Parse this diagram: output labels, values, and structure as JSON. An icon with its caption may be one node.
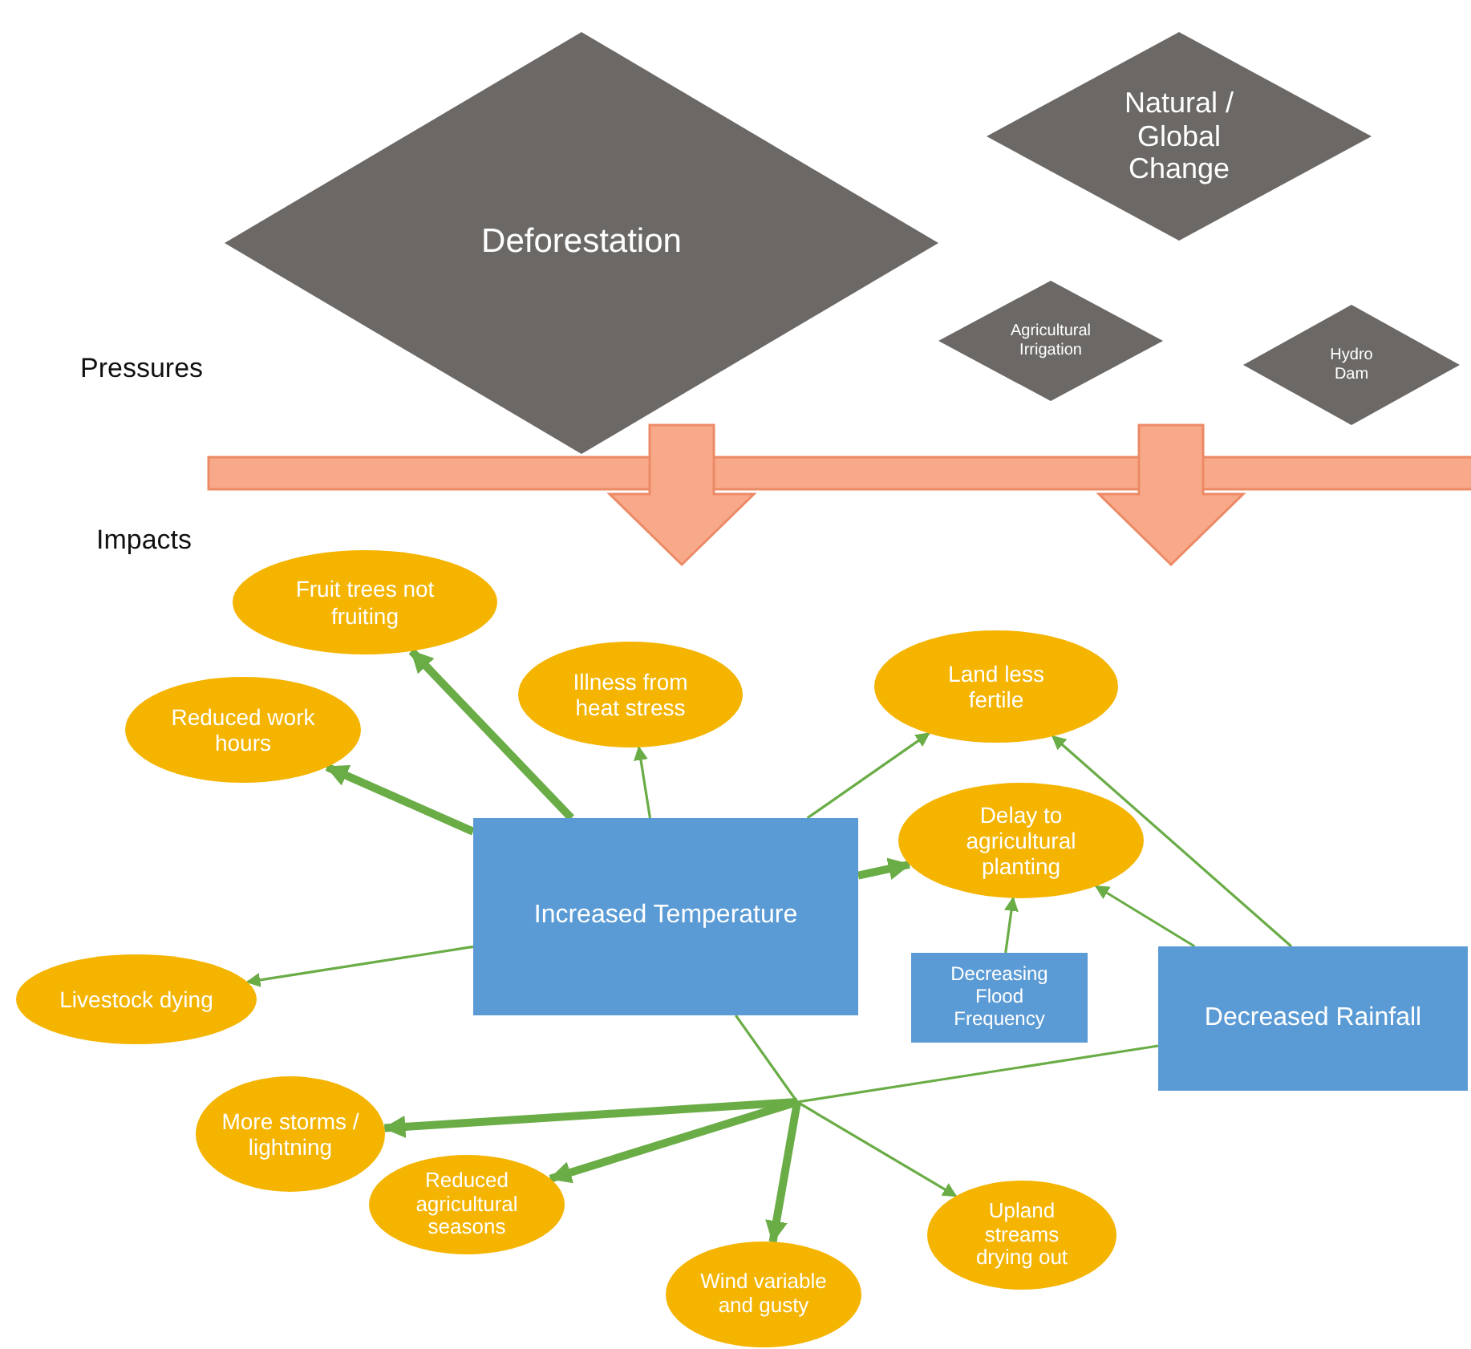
{
  "diagram": {
    "nodes": [
      {
        "text": [
          "Deforestation"
        ]
      },
      {
        "text": [
          "Natural / Global Change"
        ]
      },
      {
        "text": [
          "Agricultural Irrigation"
        ]
      },
      {
        "text": [
          "Hydro Dam"
        ]
      },
      {
        "text": [
          "Fruit trees not fruiting"
        ]
      },
      {
        "text": [
          "Illness from heat stress"
        ]
      },
      {
        "text": [
          "Reduced work hours"
        ]
      },
      {
        "text": [
          "Land less fertile"
        ]
      },
      {
        "text": [
          "Delay to agricultural planting"
        ]
      },
      {
        "text": [
          "Increased Temperature"
        ]
      },
      {
        "text": [
          "Livestock dying"
        ]
      },
      {
        "text": [
          "Decreasing Flood Frequency"
        ]
      },
      {
        "text": [
          "Decreased Rainfall"
        ]
      },
      {
        "text": [
          "More storms / lightning"
        ]
      },
      {
        "text": [
          "Reduced agricultural seasons"
        ]
      },
      {
        "text": [
          "Upland streams drying out"
        ]
      },
      {
        "text": [
          "Wind variable and gusty"
        ]
      }
    ],
    "edges": [
      {
        "from": 9,
        "to": 4,
        "arrow": "to",
        "style": "thick"
      },
      {
        "from": 9,
        "to": 6,
        "arrow": "to",
        "style": "thick"
      },
      {
        "from": 9,
        "to": 5,
        "arrow": "to"
      },
      {
        "from": 9,
        "to": 7,
        "arrow": "to"
      },
      {
        "from": 9,
        "to": 8,
        "arrow": "to",
        "style": "thick"
      },
      {
        "from": 9,
        "to": 10,
        "arrow": "to"
      },
      {
        "from": 11,
        "to": 8,
        "arrow": "to"
      },
      {
        "from": 12,
        "to": 8,
        "arrow": "to"
      },
      {
        "from": 12,
        "to": 7,
        "arrow": "to"
      },
      {
        "from": 9,
        "to": 13,
        "arrow": "to",
        "style": "thick"
      },
      {
        "from": 12,
        "to": 13,
        "arrow": "to",
        "style": "thick"
      },
      {
        "from": 9,
        "to": 14,
        "arrow": "to",
        "style": "thick"
      },
      {
        "from": 12,
        "to": 14,
        "arrow": "to"
      },
      {
        "from": 9,
        "to": 16,
        "arrow": "to",
        "style": "thick"
      },
      {
        "from": 12,
        "to": 16,
        "arrow": "to"
      },
      {
        "from": 9,
        "to": 15,
        "arrow": "to"
      },
      {
        "from": 12,
        "to": 15,
        "arrow": "to"
      }
    ],
    "labels": [
      "Pressures",
      "Impacts"
    ]
  }
}
